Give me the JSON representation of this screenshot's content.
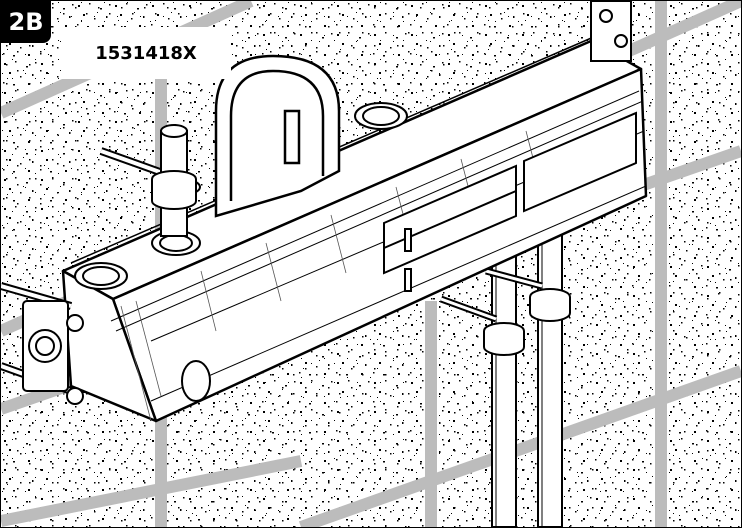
{
  "step_label": "2B",
  "part_number": "1531418X",
  "colors": {
    "line": "#000000",
    "fill": "#ffffff",
    "badge_bg": "#000000",
    "badge_text": "#ffffff",
    "speckle": "#000000",
    "grout": "#bcbcbc"
  },
  "icons": [
    "thermostat-module-drawing",
    "wall-texture-pattern"
  ]
}
